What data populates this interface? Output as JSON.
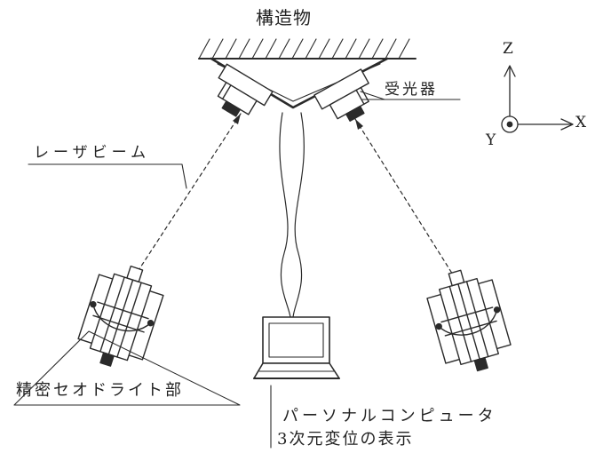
{
  "labels": {
    "structure": "構造物",
    "receiver": "受光器",
    "laser_beam": "レーザビーム",
    "theodolite": "精密セオドライト部",
    "computer": "パーソナルコンピュータ",
    "display": "3次元変位の表示"
  },
  "axes": {
    "z": "Z",
    "x": "X",
    "y": "Y"
  },
  "colors": {
    "line": "#2a2a2a",
    "background": "#ffffff"
  },
  "icons": [
    "laser-receiver-icon",
    "theodolite-icon",
    "laptop-icon",
    "axis-triad-icon"
  ]
}
